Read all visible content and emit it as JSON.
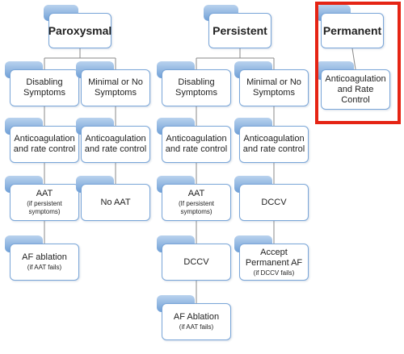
{
  "columns": [
    {
      "id": "paroxysmal",
      "title": "Paroxysmal",
      "branches": [
        {
          "id": "disabling",
          "label": "Disabling Symptoms",
          "steps": [
            {
              "main": "Anticoagulation and rate control",
              "sub": ""
            },
            {
              "main": "AAT",
              "sub": "(if persistent symptoms)"
            },
            {
              "main": "AF ablation",
              "sub": "(if AAT fails)"
            }
          ]
        },
        {
          "id": "minimal",
          "label": "Minimal or No Symptoms",
          "steps": [
            {
              "main": "Anticoagulation and rate control",
              "sub": ""
            },
            {
              "main": "No AAT",
              "sub": ""
            }
          ]
        }
      ]
    },
    {
      "id": "persistent",
      "title": "Persistent",
      "branches": [
        {
          "id": "disabling",
          "label": "Disabling Symptoms",
          "steps": [
            {
              "main": "Anticoagulation and rate control",
              "sub": ""
            },
            {
              "main": "AAT",
              "sub": "(If persistent symptoms)"
            },
            {
              "main": "DCCV",
              "sub": ""
            },
            {
              "main": "AF Ablation",
              "sub": "(if AAT fails)"
            }
          ]
        },
        {
          "id": "minimal",
          "label": "Minimal or No Symptoms",
          "steps": [
            {
              "main": "Anticoagulation and rate control",
              "sub": ""
            },
            {
              "main": "DCCV",
              "sub": ""
            },
            {
              "main": "Accept Permanent AF",
              "sub": "(if DCCV fails)"
            }
          ]
        }
      ]
    },
    {
      "id": "permanent",
      "title": "Permanent",
      "highlighted": true,
      "highlight_color": "#e52414",
      "branches": [
        {
          "id": "only",
          "label": "Anticoagulation and Rate Control",
          "steps": []
        }
      ]
    }
  ],
  "colors": {
    "box_border": "#7aa6d8",
    "box_back": "#6f9fd6",
    "line": "#8a8a8a"
  }
}
